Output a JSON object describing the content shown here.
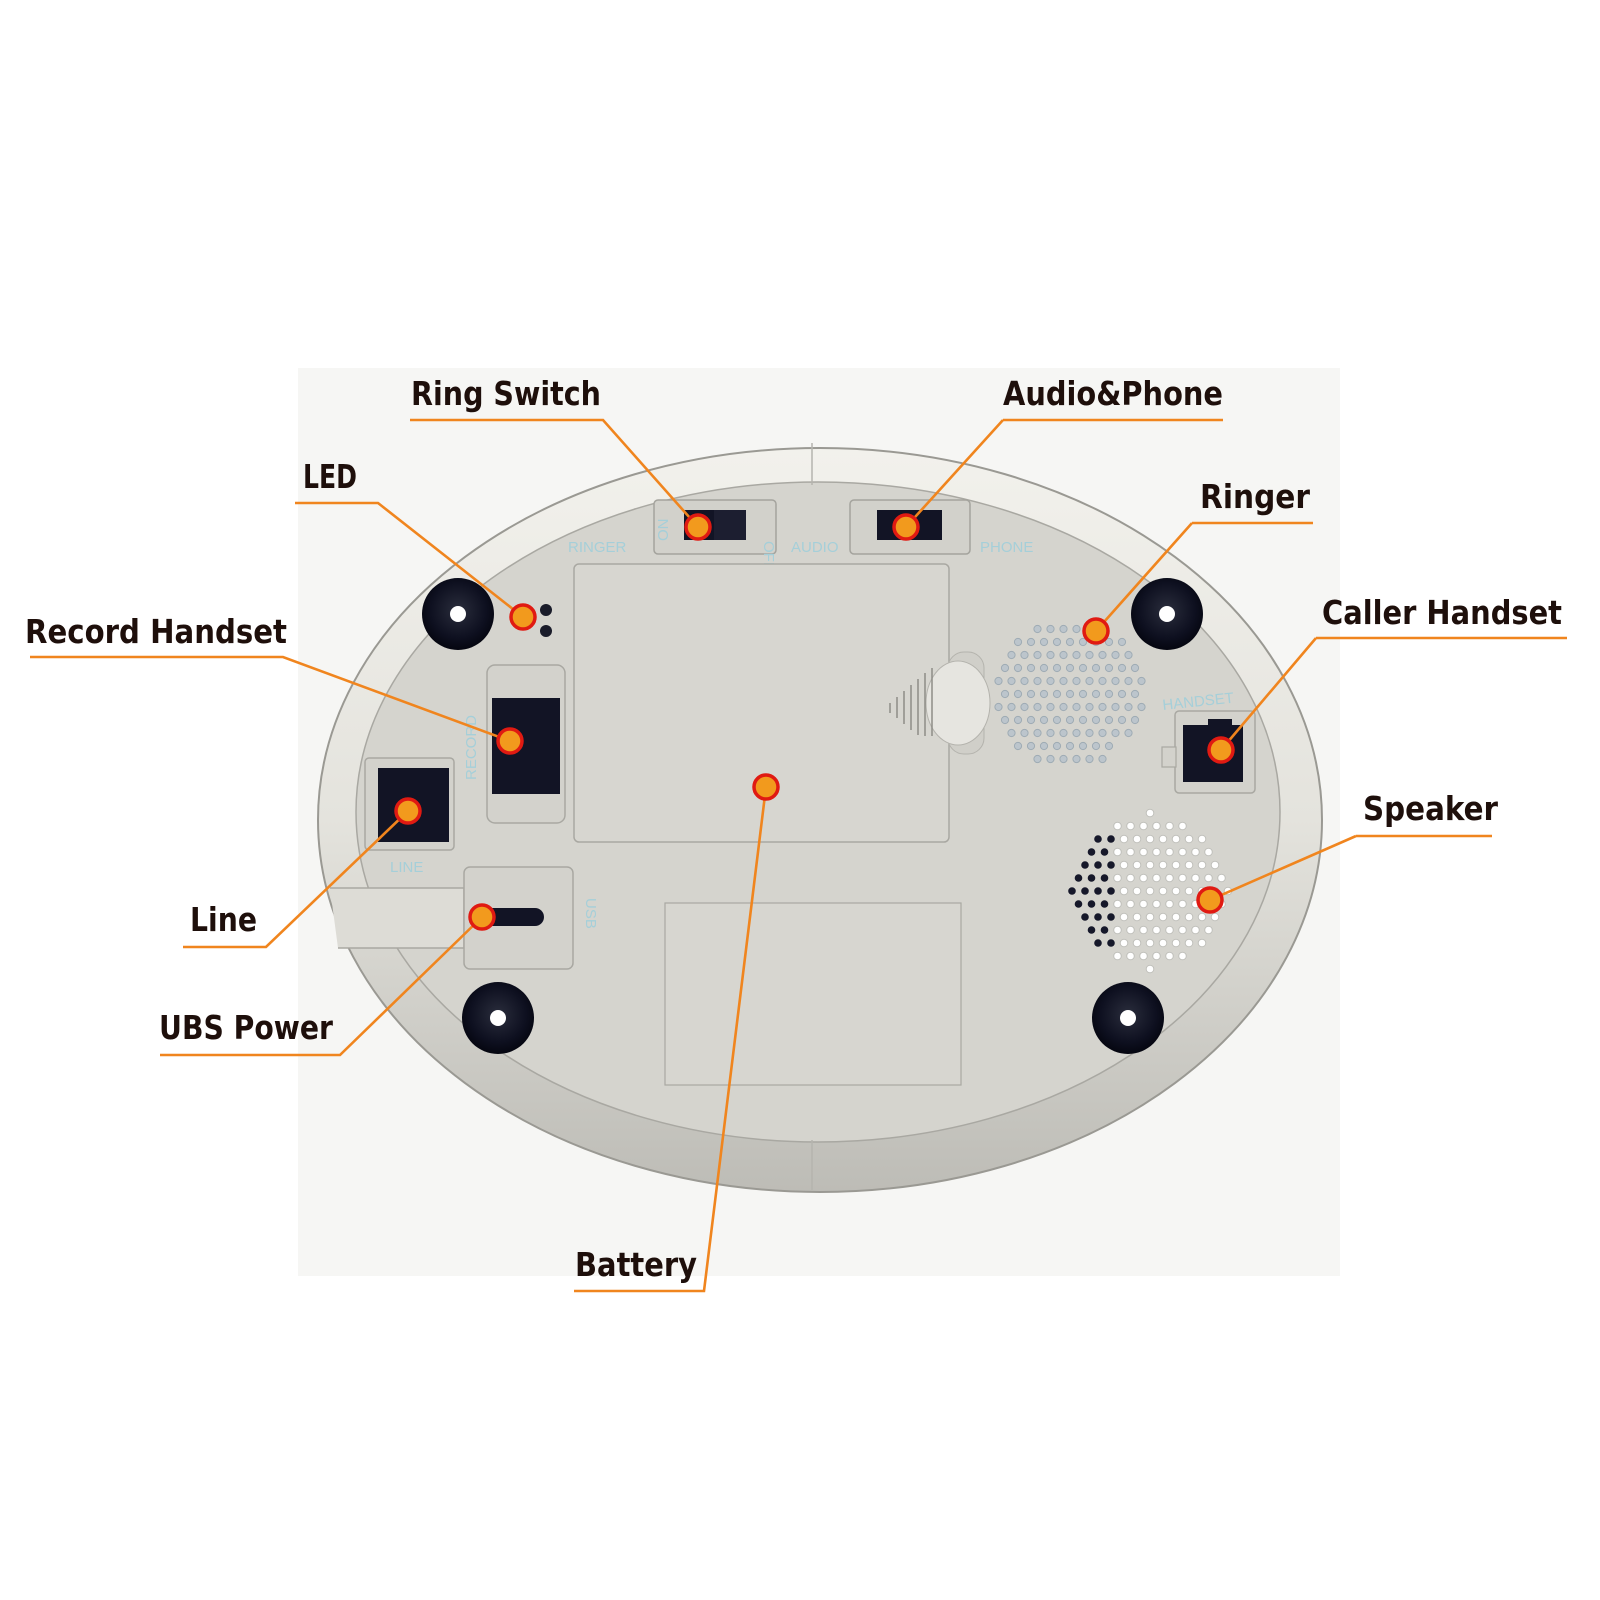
{
  "colors": {
    "leader_line": "#f0851e",
    "marker_fill": "#f29a1d",
    "marker_ring": "#e01a12",
    "label_text": "#1e0f0b",
    "body_fill": "#d5d4ce",
    "panel_text": "#a5cfd9"
  },
  "callouts": {
    "ring_switch": "Ring Switch",
    "audio_phone": "Audio&Phone",
    "led": "LED",
    "ringer": "Ringer",
    "record_handset": "Record Handset",
    "caller_handset": "Caller Handset",
    "speaker": "Speaker",
    "line": "Line",
    "usb_power": "UBS Power",
    "battery": "Battery"
  },
  "panel_labels": {
    "ringer": "RINGER",
    "on": "ON",
    "off": "OFF",
    "audio": "AUDIO",
    "phone": "PHONE",
    "record": "RECORD",
    "line": "LINE",
    "usb": "USB",
    "handset": "HANDSET"
  }
}
